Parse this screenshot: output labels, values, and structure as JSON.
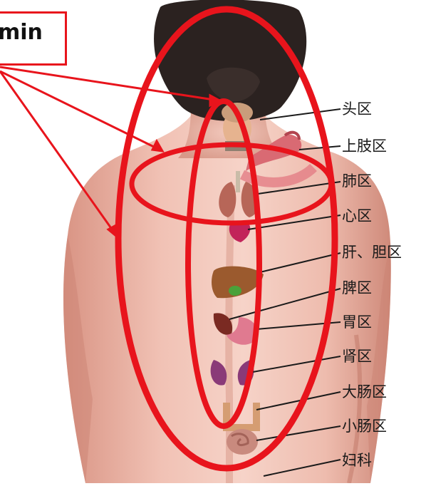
{
  "tag": {
    "text": "min"
  },
  "zones": [
    {
      "label": "头区"
    },
    {
      "label": "上肢区"
    },
    {
      "label": "肺区"
    },
    {
      "label": "心区"
    },
    {
      "label": "肝、胆区"
    },
    {
      "label": "脾区"
    },
    {
      "label": "胃区"
    },
    {
      "label": "肾区"
    },
    {
      "label": "大肠区"
    },
    {
      "label": "小肠区"
    },
    {
      "label": "妇科"
    }
  ],
  "colors": {
    "annotation_red": "#e8141c",
    "skin": "#e9b0a2",
    "hair": "#2b2220"
  }
}
